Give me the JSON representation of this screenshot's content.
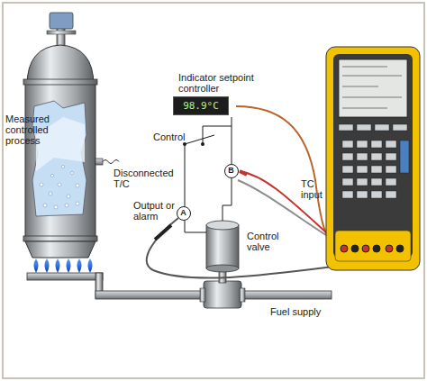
{
  "diagram": {
    "nodes": [
      {
        "text": [
          "Indicator setpoint controller",
          "98.9°C"
        ]
      },
      {
        "text": [
          "B"
        ]
      },
      {
        "text": [
          "A"
        ]
      }
    ],
    "edges": [
      {
        "from": 0,
        "to": 1,
        "arrow": "none"
      }
    ],
    "labels": [
      "Measured controlled process",
      "Disconnected T/C",
      "Control",
      "Output or alarm",
      "Control valve",
      "TC input",
      "Fuel supply"
    ]
  }
}
